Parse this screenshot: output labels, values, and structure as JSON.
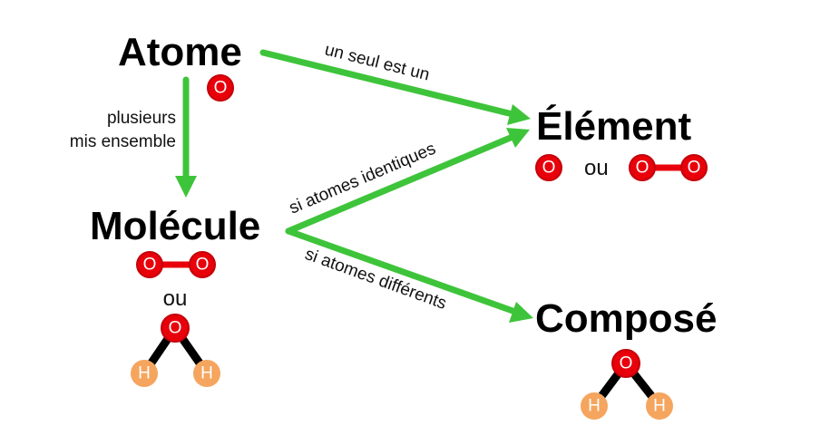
{
  "nodes": {
    "atome": "Atome",
    "element": "Élément",
    "molecule": "Molécule",
    "compose": "Composé"
  },
  "edges": {
    "atome_element": "un seul est un",
    "atome_molecule_line1": "plusieurs",
    "atome_molecule_line2": "mis ensemble",
    "molecule_element": "si atomes identiques",
    "molecule_compose": "si atomes différents"
  },
  "ou": "ou",
  "atoms": {
    "oxygen": "O",
    "hydrogen": "H"
  },
  "colors": {
    "arrow": "#3ec43a",
    "oxygen": "#e8000b",
    "hydrogen": "#f5a55e"
  }
}
